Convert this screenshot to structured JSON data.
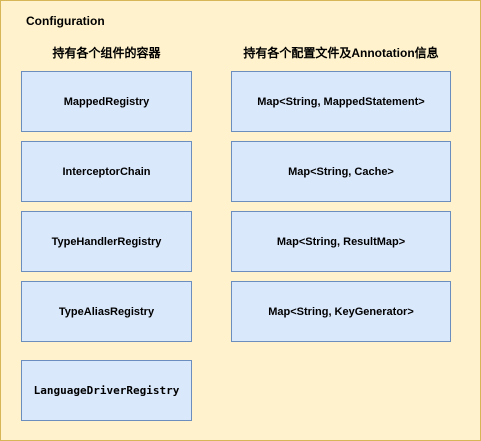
{
  "diagram": {
    "title": "Configuration",
    "left_header": "持有各个组件的容器",
    "right_header": "持有各个配置文件及Annotation信息",
    "left_items": [
      "MappedRegistry",
      "InterceptorChain",
      "TypeHandlerRegistry",
      "TypeAliasRegistry",
      "LanguageDriverRegistry"
    ],
    "right_items": [
      "Map<String, MappedStatement>",
      "Map<String, Cache>",
      "Map<String, ResultMap>",
      "Map<String, KeyGenerator>"
    ]
  },
  "colors": {
    "container_fill": "#fff2cc",
    "container_border": "#d6b656",
    "box_fill": "#dae8fc",
    "box_border": "#6c8ebf"
  }
}
